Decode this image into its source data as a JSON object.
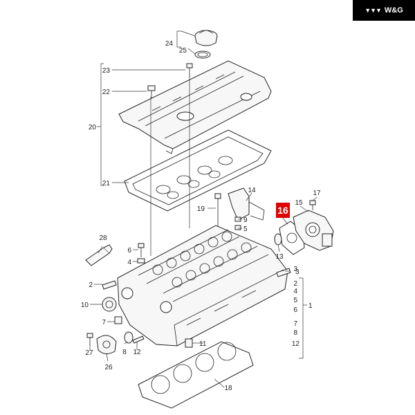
{
  "brand": {
    "logo": "▼▼▼",
    "text": "W&G"
  },
  "highlight": "16",
  "callouts": [
    {
      "id": "c24",
      "text": "24"
    },
    {
      "id": "c25",
      "text": "25"
    },
    {
      "id": "c23",
      "text": "23"
    },
    {
      "id": "c22",
      "text": "22"
    },
    {
      "id": "c20",
      "text": "20"
    },
    {
      "id": "c21",
      "text": "21"
    },
    {
      "id": "c14",
      "text": "14"
    },
    {
      "id": "c19",
      "text": "19"
    },
    {
      "id": "c9",
      "text": "9"
    },
    {
      "id": "c5",
      "text": "5"
    },
    {
      "id": "c17",
      "text": "17"
    },
    {
      "id": "c15",
      "text": "15"
    },
    {
      "id": "c13",
      "text": "13"
    },
    {
      "id": "c28",
      "text": "28"
    },
    {
      "id": "c6a",
      "text": "6"
    },
    {
      "id": "c4a",
      "text": "4"
    },
    {
      "id": "c3a",
      "text": "3"
    },
    {
      "id": "c2a",
      "text": "2"
    },
    {
      "id": "c10",
      "text": "10"
    },
    {
      "id": "c7a",
      "text": "7"
    },
    {
      "id": "c3b",
      "text": "3"
    },
    {
      "id": "c2b",
      "text": "2"
    },
    {
      "id": "c4b",
      "text": "4"
    },
    {
      "id": "c5b",
      "text": "5"
    },
    {
      "id": "c6b",
      "text": "6"
    },
    {
      "id": "c1",
      "text": "1"
    },
    {
      "id": "c7b",
      "text": "7"
    },
    {
      "id": "c8b",
      "text": "8"
    },
    {
      "id": "c12b",
      "text": "12"
    },
    {
      "id": "c11",
      "text": "11"
    },
    {
      "id": "c27",
      "text": "27"
    },
    {
      "id": "c8a",
      "text": "8"
    },
    {
      "id": "c12a",
      "text": "12"
    },
    {
      "id": "c26",
      "text": "26"
    },
    {
      "id": "c18",
      "text": "18"
    }
  ]
}
